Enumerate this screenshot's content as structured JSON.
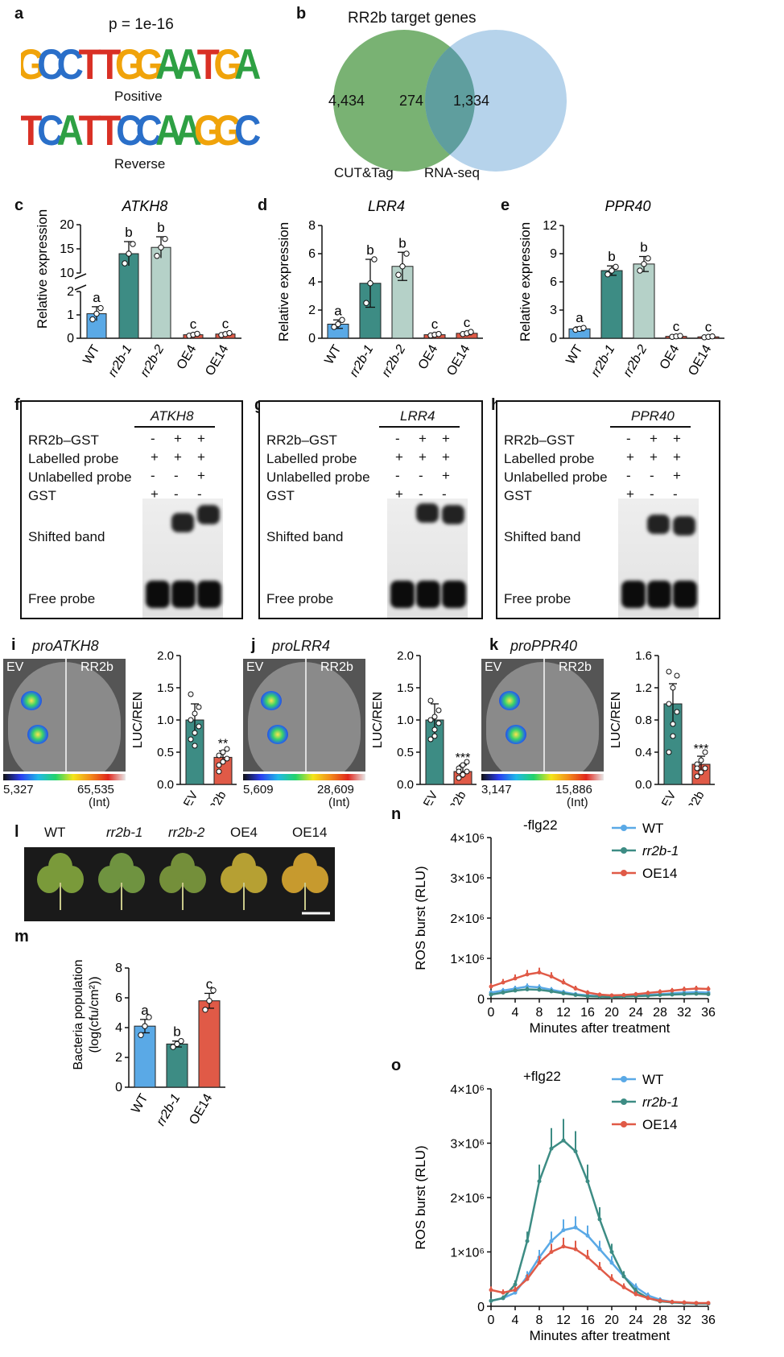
{
  "panels": {
    "a": {
      "label": "a",
      "pvalue": "p = 1e-16",
      "motif_top": "GCCTTGGAATGA",
      "motif_top_label": "Positive",
      "motif_bottom": "TCATTCCAAGGC",
      "motif_bottom_label": "Reverse"
    },
    "b": {
      "label": "b",
      "title": "RR2b target genes",
      "left_count": "4,434",
      "overlap_count": "274",
      "right_count": "1,334",
      "left_label": "CUT&Tag",
      "right_label": "RNA-seq",
      "left_color": "#6aaa64",
      "right_color": "#a9cbe8"
    },
    "c": {
      "label": "c",
      "gene": "ATKH8",
      "ylabel": "Relative expression",
      "categories": [
        "WT",
        "rr2b-1",
        "rr2b-2",
        "OE4",
        "OE14"
      ],
      "letters": [
        "a",
        "b",
        "b",
        "c",
        "c"
      ],
      "yticks_low": [
        "0",
        "1",
        "2"
      ],
      "yticks_high": [
        "10",
        "15",
        "20"
      ]
    },
    "d": {
      "label": "d",
      "gene": "LRR4",
      "ylabel": "Relative expression",
      "categories": [
        "WT",
        "rr2b-1",
        "rr2b-2",
        "OE4",
        "OE14"
      ],
      "letters": [
        "a",
        "b",
        "b",
        "c",
        "c"
      ],
      "yticks": [
        "0",
        "2",
        "4",
        "6",
        "8"
      ]
    },
    "e": {
      "label": "e",
      "gene": "PPR40",
      "ylabel": "Relative expression",
      "categories": [
        "WT",
        "rr2b-1",
        "rr2b-2",
        "OE4",
        "OE14"
      ],
      "letters": [
        "a",
        "b",
        "b",
        "c",
        "c"
      ],
      "yticks": [
        "0",
        "3",
        "6",
        "9",
        "12"
      ]
    },
    "f": {
      "label": "f",
      "gene": "ATKH8"
    },
    "g": {
      "label": "g",
      "gene": "LRR4"
    },
    "h": {
      "label": "h",
      "gene": "PPR40"
    },
    "emsa_rows": {
      "r1": "RR2b–GST",
      "r2": "Labelled probe",
      "r3": "Unlabelled probe",
      "r4": "GST",
      "shifted": "Shifted band",
      "free": "Free probe",
      "signs": [
        [
          "-",
          "+",
          "+"
        ],
        [
          "+",
          "+",
          "+"
        ],
        [
          "-",
          "-",
          "+"
        ],
        [
          "+",
          "-",
          "-"
        ]
      ]
    },
    "i": {
      "label": "i",
      "promoter": "proATKH8",
      "ev": "EV",
      "rr2b": "RR2b",
      "scale_min": "5,327",
      "scale_max": "65,535",
      "unit": "(Int)",
      "ylabel": "LUC/REN",
      "yticks": [
        "0.0",
        "0.5",
        "1.0",
        "1.5",
        "2.0"
      ],
      "sig": "**",
      "cats": [
        "EV",
        "RR2b"
      ]
    },
    "j": {
      "label": "j",
      "promoter": "proLRR4",
      "ev": "EV",
      "rr2b": "RR2b",
      "scale_min": "5,609",
      "scale_max": "28,609",
      "unit": "(Int)",
      "ylabel": "LUC/REN",
      "yticks": [
        "0.0",
        "0.5",
        "1.0",
        "1.5",
        "2.0"
      ],
      "sig": "***",
      "cats": [
        "EV",
        "RR2b"
      ]
    },
    "k": {
      "label": "k",
      "promoter": "proPPR40",
      "ev": "EV",
      "rr2b": "RR2b",
      "scale_min": "3,147",
      "scale_max": "15,886",
      "unit": "(Int)",
      "ylabel": "LUC/REN",
      "yticks": [
        "0.0",
        "0.4",
        "0.8",
        "1.2",
        "1.6"
      ],
      "sig": "***",
      "cats": [
        "EV",
        "RR2b"
      ]
    },
    "l": {
      "label": "l",
      "genotypes": [
        "WT",
        "rr2b-1",
        "rr2b-2",
        "OE4",
        "OE14"
      ]
    },
    "m": {
      "label": "m",
      "ylabel1": "Bacteria population",
      "ylabel2": "(log(cfu/cm²))",
      "yticks": [
        "0",
        "2",
        "4",
        "6",
        "8"
      ],
      "categories": [
        "WT",
        "rr2b-1",
        "OE14"
      ],
      "letters": [
        "a",
        "b",
        "c"
      ]
    },
    "n": {
      "label": "n",
      "condition": "-flg22",
      "ylabel": "ROS burst (RLU)",
      "xlabel": "Minutes after treatment",
      "yticks": [
        "0",
        "1×10⁶",
        "2×10⁶",
        "3×10⁶",
        "4×10⁶"
      ],
      "xticks": [
        "0",
        "4",
        "8",
        "12",
        "16",
        "20",
        "24",
        "28",
        "32",
        "36"
      ],
      "legend": [
        "WT",
        "rr2b-1",
        "OE14"
      ]
    },
    "o": {
      "label": "o",
      "condition": "+flg22",
      "ylabel": "ROS burst (RLU)",
      "xlabel": "Minutes after treatment",
      "yticks": [
        "0",
        "1×10⁶",
        "2×10⁶",
        "3×10⁶",
        "4×10⁶"
      ],
      "xticks": [
        "0",
        "4",
        "8",
        "12",
        "16",
        "20",
        "24",
        "28",
        "32",
        "36"
      ],
      "legend": [
        "WT",
        "rr2b-1",
        "OE14"
      ]
    }
  },
  "colors": {
    "wt": "#5aa9e6",
    "rr2b1": "#3d8c84",
    "rr2b2": "#b5d1c8",
    "oe": "#e05a47",
    "motif_A": "#2ea043",
    "motif_C": "#2a6fc9",
    "motif_G": "#f0a30a",
    "motif_T": "#d93025"
  },
  "chart_data": [
    {
      "type": "bar",
      "title": "ATKH8",
      "ylabel": "Relative expression",
      "categories": [
        "WT",
        "rr2b-1",
        "rr2b-2",
        "OE4",
        "OE14"
      ],
      "values": [
        1.05,
        14.0,
        15.3,
        0.15,
        0.18
      ]
    },
    {
      "type": "bar",
      "title": "LRR4",
      "ylabel": "Relative expression",
      "categories": [
        "WT",
        "rr2b-1",
        "rr2b-2",
        "OE4",
        "OE14"
      ],
      "values": [
        1.0,
        3.9,
        5.1,
        0.25,
        0.35
      ],
      "ylim": [
        0,
        8
      ]
    },
    {
      "type": "bar",
      "title": "PPR40",
      "ylabel": "Relative expression",
      "categories": [
        "WT",
        "rr2b-1",
        "rr2b-2",
        "OE4",
        "OE14"
      ],
      "values": [
        1.0,
        7.2,
        7.9,
        0.2,
        0.15
      ],
      "ylim": [
        0,
        12
      ]
    },
    {
      "type": "bar",
      "title": "proATKH8",
      "ylabel": "LUC/REN",
      "categories": [
        "EV",
        "RR2b"
      ],
      "values": [
        1.0,
        0.42
      ],
      "ylim": [
        0,
        2.0
      ]
    },
    {
      "type": "bar",
      "title": "proLRR4",
      "ylabel": "LUC/REN",
      "categories": [
        "EV",
        "RR2b"
      ],
      "values": [
        1.0,
        0.2
      ],
      "ylim": [
        0,
        2.0
      ]
    },
    {
      "type": "bar",
      "title": "proPPR40",
      "ylabel": "LUC/REN",
      "categories": [
        "EV",
        "RR2b"
      ],
      "values": [
        1.0,
        0.25
      ],
      "ylim": [
        0,
        1.6
      ]
    },
    {
      "type": "bar",
      "ylabel": "Bacteria population (log(cfu/cm²))",
      "categories": [
        "WT",
        "rr2b-1",
        "OE14"
      ],
      "values": [
        4.1,
        2.9,
        5.8
      ],
      "ylim": [
        0,
        8
      ]
    },
    {
      "type": "line",
      "title": "-flg22",
      "xlabel": "Minutes after treatment",
      "ylabel": "ROS burst (RLU)",
      "ylim": [
        0,
        4000000
      ],
      "x": [
        0,
        2,
        4,
        6,
        8,
        10,
        12,
        14,
        16,
        18,
        20,
        22,
        24,
        26,
        28,
        30,
        32,
        34,
        36
      ],
      "series": [
        {
          "name": "WT",
          "values": [
            150000,
            200000,
            250000,
            300000,
            280000,
            220000,
            160000,
            110000,
            80000,
            60000,
            50000,
            60000,
            70000,
            90000,
            110000,
            130000,
            150000,
            160000,
            150000
          ]
        },
        {
          "name": "rr2b-1",
          "values": [
            100000,
            150000,
            200000,
            230000,
            220000,
            180000,
            130000,
            90000,
            60000,
            50000,
            40000,
            50000,
            60000,
            70000,
            90000,
            100000,
            110000,
            120000,
            110000
          ]
        },
        {
          "name": "OE14",
          "values": [
            300000,
            400000,
            500000,
            600000,
            650000,
            550000,
            400000,
            250000,
            150000,
            100000,
            80000,
            90000,
            110000,
            140000,
            170000,
            200000,
            230000,
            250000,
            240000
          ]
        }
      ]
    },
    {
      "type": "line",
      "title": "+flg22",
      "xlabel": "Minutes after treatment",
      "ylabel": "ROS burst (RLU)",
      "ylim": [
        0,
        4000000
      ],
      "x": [
        0,
        2,
        4,
        6,
        8,
        10,
        12,
        14,
        16,
        18,
        20,
        22,
        24,
        26,
        28,
        30,
        32,
        34,
        36
      ],
      "series": [
        {
          "name": "WT",
          "values": [
            100000,
            150000,
            250000,
            550000,
            900000,
            1200000,
            1400000,
            1450000,
            1300000,
            1050000,
            800000,
            550000,
            350000,
            200000,
            120000,
            80000,
            60000,
            50000,
            50000
          ]
        },
        {
          "name": "rr2b-1",
          "values": [
            100000,
            150000,
            400000,
            1200000,
            2300000,
            2900000,
            3050000,
            2850000,
            2300000,
            1600000,
            1000000,
            550000,
            280000,
            150000,
            90000,
            70000,
            60000,
            50000,
            50000
          ]
        },
        {
          "name": "OE14",
          "values": [
            300000,
            250000,
            300000,
            500000,
            800000,
            1000000,
            1100000,
            1050000,
            900000,
            700000,
            500000,
            350000,
            220000,
            150000,
            100000,
            80000,
            70000,
            60000,
            60000
          ]
        }
      ]
    }
  ]
}
